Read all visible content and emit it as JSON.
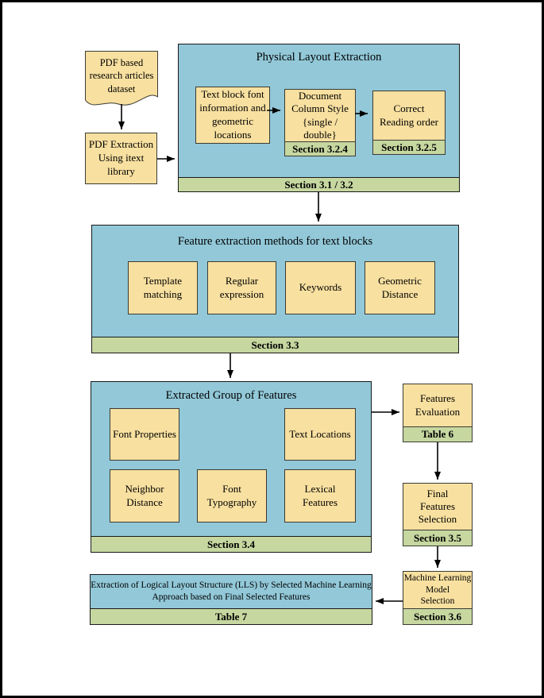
{
  "colors": {
    "container_blue": "#92c8d8",
    "process_yellow": "#f8e0a0",
    "section_green": "#c6d7a0",
    "line_black": "#000000"
  },
  "flow": {
    "dataset": "PDF based\nresearch articles\ndataset",
    "pdf_extraction": "PDF Extraction\nUsing itext\nlibrary",
    "physical_layout": {
      "title": "Physical Layout Extraction",
      "footer": "Section 3.1 / 3.2",
      "text_block": "Text block font\ninformation and\ngeometric\nlocations",
      "column_style": "Document\nColumn Style\n{single /\ndouble}",
      "column_style_footer": "Section 3.2.4",
      "reading_order": "Correct\nReading order",
      "reading_order_footer": "Section 3.2.5"
    },
    "feature_extraction": {
      "title": "Feature extraction methods for text blocks",
      "footer": "Section 3.3",
      "methods": [
        "Template\nmatching",
        "Regular\nexpression",
        "Keywords",
        "Geometric\nDistance"
      ]
    },
    "extracted_features": {
      "title": "Extracted Group of Features",
      "footer": "Section 3.4",
      "groups": [
        "Font Properties",
        "Text Locations",
        "Neighbor\nDistance",
        "Font\nTypography",
        "Lexical\nFeatures"
      ]
    },
    "features_evaluation": {
      "label": "Features\nEvaluation",
      "footer": "Table 6"
    },
    "final_selection": {
      "label": "Final\nFeatures\nSelection",
      "footer": "Section 3.5"
    },
    "ml_model": {
      "label": "Machine Learning\nModel\nSelection",
      "footer": "Section 3.6"
    },
    "lls_extraction": {
      "label": "Extraction of Logical Layout Structure (LLS) by Selected Machine Learning\nApproach based on Final Selected Features",
      "footer": "Table 7"
    }
  }
}
